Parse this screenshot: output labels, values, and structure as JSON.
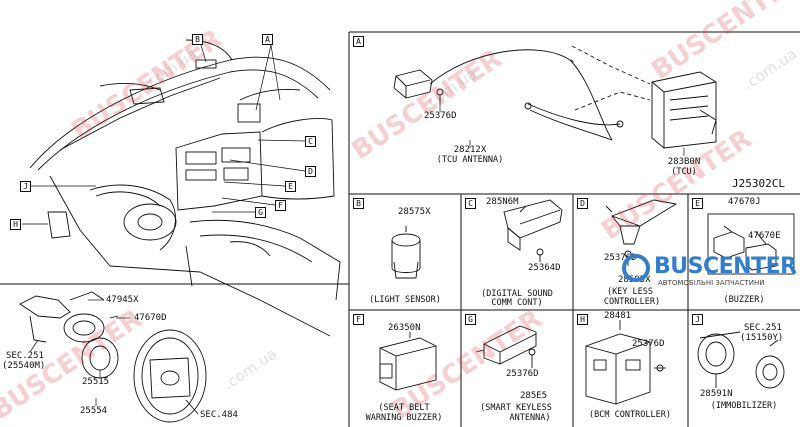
{
  "diagram_code": "J25302CL",
  "overview": {
    "callouts": [
      "B",
      "A",
      "C",
      "D",
      "E",
      "F",
      "G",
      "J",
      "H"
    ],
    "parts": [
      "47945X",
      "47670D",
      "SEC.251",
      "(25540M)",
      "25515",
      "25554",
      "SEC.484"
    ]
  },
  "panel_A": {
    "letter": "A",
    "parts": [
      "25376D",
      "28212X",
      "(TCU ANTENNA)",
      "283B0N",
      "(TCU)"
    ]
  },
  "panel_B": {
    "letter": "B",
    "part": "28575X",
    "caption": "(LIGHT SENSOR)"
  },
  "panel_C": {
    "letter": "C",
    "parts": [
      "285N6M",
      "25364D"
    ],
    "caption_1": "(DIGITAL SOUND",
    "caption_2": "COMM CONT)"
  },
  "panel_D": {
    "letter": "D",
    "parts": [
      "25376D",
      "28595X"
    ],
    "caption_1": "(KEY LESS",
    "caption_2": "CONTROLLER)"
  },
  "panel_E": {
    "letter": "E",
    "parts": [
      "47670J",
      "47670E"
    ],
    "caption": "(BUZZER)"
  },
  "panel_F": {
    "letter": "F",
    "part": "26350N",
    "caption_1": "(SEAT BELT",
    "caption_2": "WARNING BUZZER)"
  },
  "panel_G": {
    "letter": "G",
    "parts": [
      "25376D",
      "285E5"
    ],
    "caption_1": "(SMART KEYLESS",
    "caption_2": "ANTENNA)"
  },
  "panel_H": {
    "letter": "H",
    "parts": [
      "28481",
      "25376D"
    ],
    "caption": "(BCM CONTROLLER)"
  },
  "panel_J": {
    "letter": "J",
    "parts": [
      "SEC.251",
      "(15150Y)",
      "28591N"
    ],
    "caption": "(IMMOBILIZER)"
  },
  "logo": {
    "name": "BUSCENTER",
    "tagline": "АВТОМОБІЛЬНІ ЗАПЧАСТИНИ"
  },
  "watermarks": [
    "BUSCENTER",
    ".com.ua"
  ]
}
